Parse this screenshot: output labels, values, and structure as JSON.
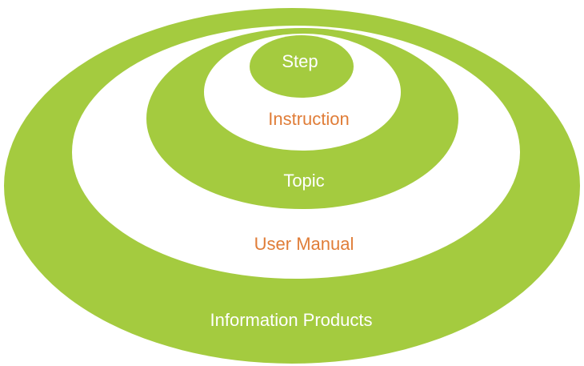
{
  "layers": [
    {
      "label": "Information Products",
      "fill": "#a4cb3f",
      "text_color": "#ffffff"
    },
    {
      "label": "User Manual",
      "fill": "#ffffff",
      "text_color": "#e07d38"
    },
    {
      "label": "Topic",
      "fill": "#a4cb3f",
      "text_color": "#ffffff"
    },
    {
      "label": "Instruction",
      "fill": "#ffffff",
      "text_color": "#e07d38"
    },
    {
      "label": "Step",
      "fill": "#a4cb3f",
      "text_color": "#ffffff"
    }
  ]
}
